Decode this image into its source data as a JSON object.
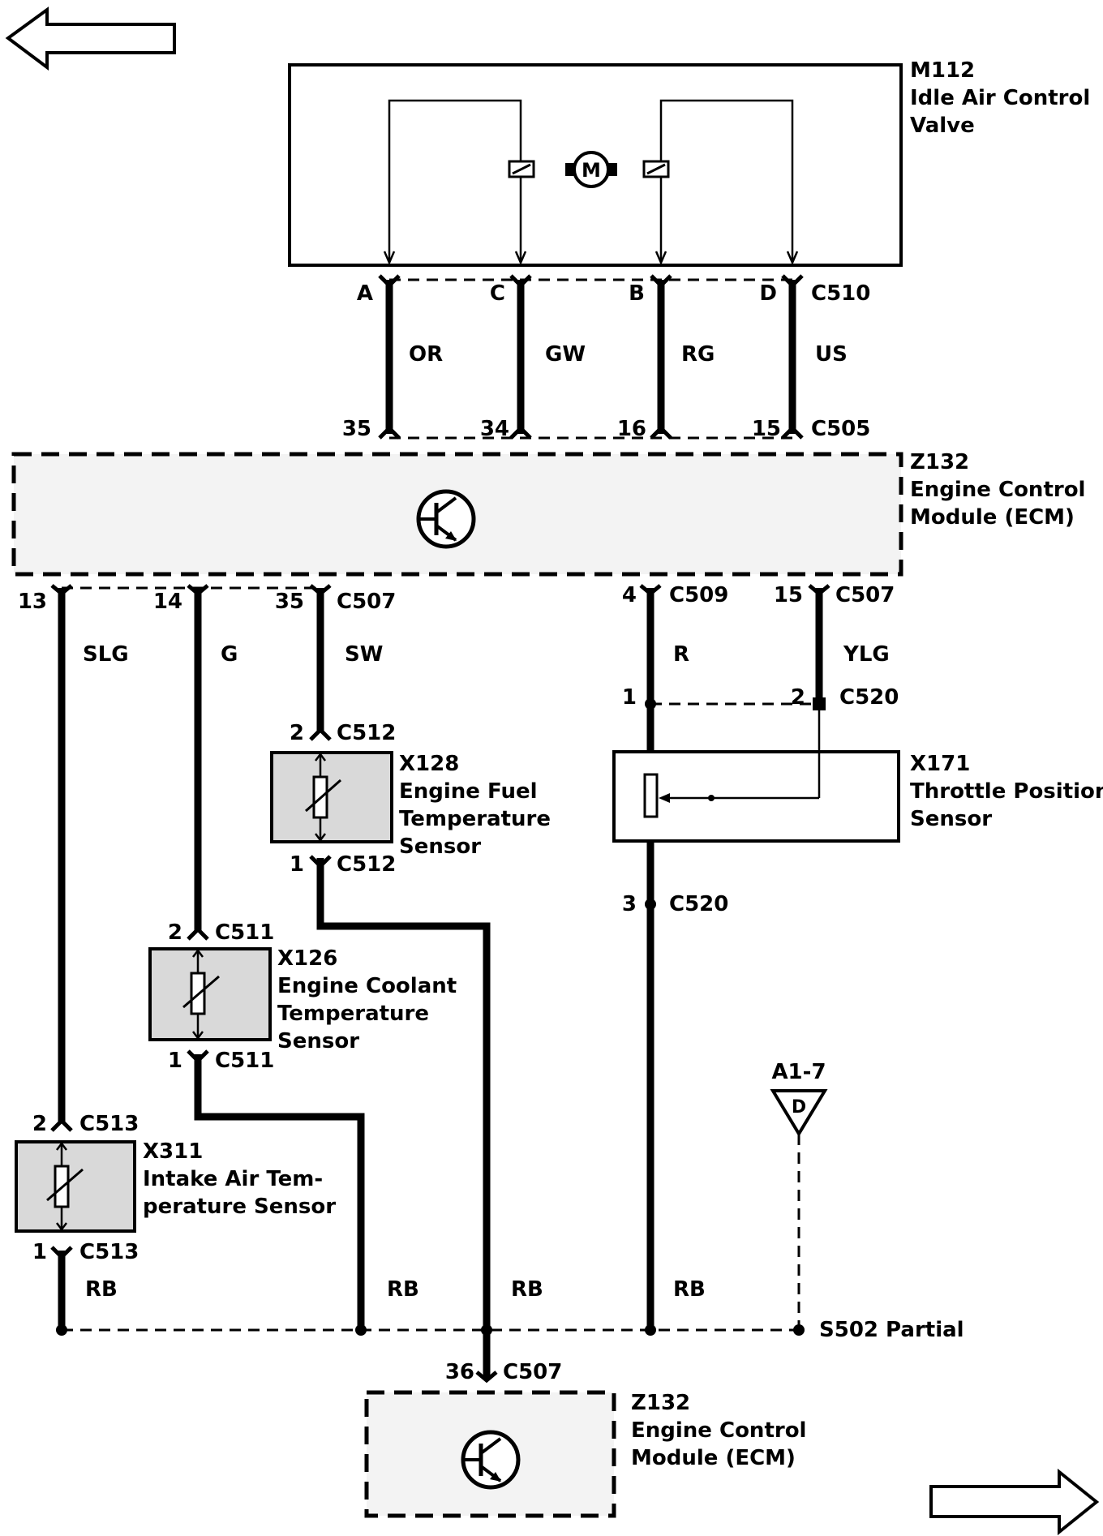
{
  "components": {
    "m112": {
      "id": "M112",
      "name1": "Idle Air Control",
      "name2": "Valve"
    },
    "z132_top": {
      "id": "Z132",
      "name1": "Engine Control",
      "name2": "Module (ECM)"
    },
    "z132_bottom": {
      "id": "Z132",
      "name1": "Engine Control",
      "name2": "Module (ECM)"
    },
    "x128": {
      "id": "X128",
      "name1": "Engine Fuel",
      "name2": "Temperature",
      "name3": "Sensor"
    },
    "x126": {
      "id": "X126",
      "name1": "Engine Coolant",
      "name2": "Temperature",
      "name3": "Sensor"
    },
    "x311": {
      "id": "X311",
      "name1": "Intake Air Tem-",
      "name2": "perature Sensor"
    },
    "x171": {
      "id": "X171",
      "name1": "Throttle Position",
      "name2": "Sensor"
    }
  },
  "motor_symbol": "M",
  "connectors": {
    "c510": {
      "name": "C510",
      "pins": [
        "A",
        "C",
        "B",
        "D"
      ]
    },
    "c505": {
      "name": "C505",
      "pins": [
        "35",
        "34",
        "16",
        "15"
      ]
    },
    "c507_a": {
      "name": "C507",
      "pins": [
        "13",
        "14",
        "35"
      ]
    },
    "c509": {
      "name": "C509",
      "pin": "4"
    },
    "c507_b": {
      "name": "C507",
      "pin": "15"
    },
    "c520_top": {
      "name": "C520",
      "pins": [
        "1",
        "2"
      ]
    },
    "c520_bottom": {
      "name": "C520",
      "pin": "3"
    },
    "c512_top": {
      "name": "C512",
      "pin": "2"
    },
    "c512_bottom": {
      "name": "C512",
      "pin": "1"
    },
    "c511_top": {
      "name": "C511",
      "pin": "2"
    },
    "c511_bottom": {
      "name": "C511",
      "pin": "1"
    },
    "c513_top": {
      "name": "C513",
      "pin": "2"
    },
    "c513_bottom": {
      "name": "C513",
      "pin": "1"
    },
    "c507_c": {
      "name": "C507",
      "pin": "36"
    }
  },
  "wire_colors": {
    "iacv": [
      "OR",
      "GW",
      "RG",
      "US"
    ],
    "slg": "SLG",
    "g": "G",
    "sw": "SW",
    "r": "R",
    "ylg": "YLG",
    "rb": [
      "RB",
      "RB",
      "RB",
      "RB"
    ]
  },
  "splice": "S502 Partial",
  "offpage": {
    "ref": "A1-7",
    "letter": "D"
  },
  "icons": [
    "arrow-left-icon",
    "arrow-right-icon",
    "transistor-icon",
    "motor-icon",
    "thermistor-icon",
    "potentiometer-icon"
  ]
}
